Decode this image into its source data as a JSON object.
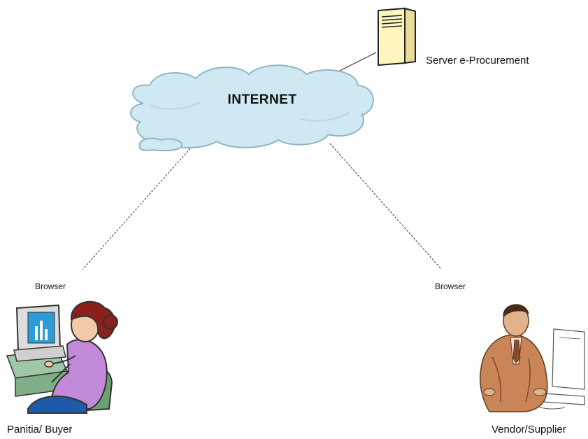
{
  "diagram": {
    "cloud_label": "INTERNET",
    "server_label": "Server e-Procurement",
    "browser_left_label": "Browser",
    "browser_right_label": "Browser",
    "buyer_label": "Panitia/ Buyer",
    "vendor_label": "Vendor/Supplier"
  },
  "colors": {
    "cloud_fill": "#cfe8f1",
    "cloud_stroke": "#8fb6c6",
    "server_fill": "#fff6bf",
    "line": "#333333"
  },
  "icons": {
    "cloud": "cloud-icon",
    "server": "server-icon",
    "buyer": "woman-at-computer-icon",
    "vendor": "man-at-computer-icon"
  }
}
